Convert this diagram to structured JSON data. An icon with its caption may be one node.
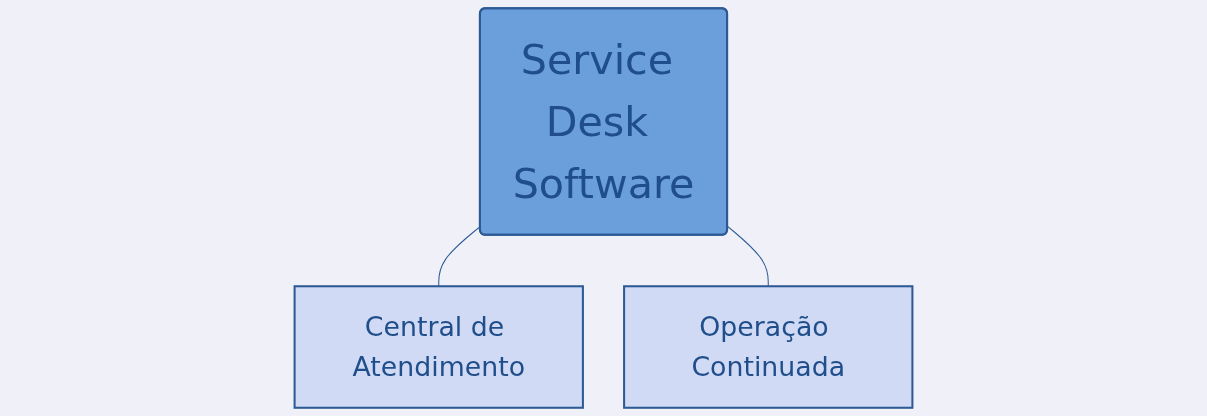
{
  "diagram": {
    "nodes": [
      {
        "text": [
          "Service Desk Software"
        ]
      },
      {
        "text": [
          "Central de Atendimento"
        ]
      },
      {
        "text": [
          "Operação Continuada"
        ]
      }
    ],
    "edges": [
      {
        "from": 0,
        "to": 1,
        "arrow": "none"
      },
      {
        "from": 0,
        "to": 2,
        "arrow": "none"
      }
    ]
  }
}
